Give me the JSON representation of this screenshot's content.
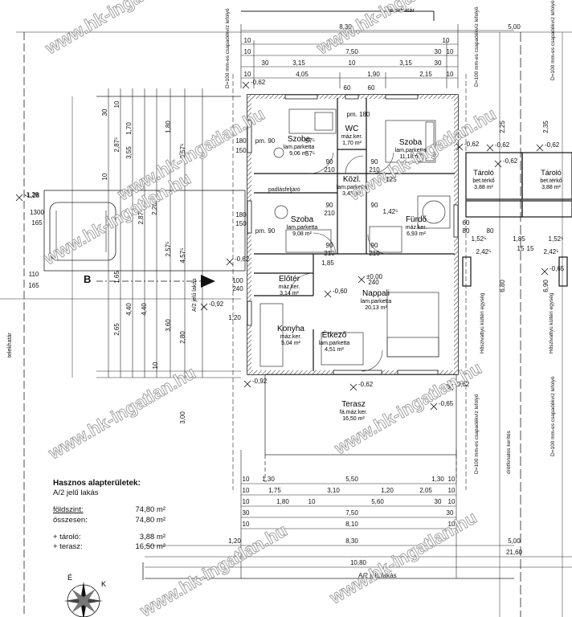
{
  "rooms": [
    {
      "id": "szoba1",
      "name": "Szoba",
      "floor": "lam.parketta",
      "area": "9,06 m²"
    },
    {
      "id": "wc",
      "name": "WC",
      "floor": "máz.ker.",
      "area": "1,70 m²"
    },
    {
      "id": "szoba2",
      "name": "Szoba",
      "floor": "lam.parketta",
      "area": "11,18 m²"
    },
    {
      "id": "kozl",
      "name": "Közl.",
      "floor": "lam.parketta",
      "area": "3,45 m²"
    },
    {
      "id": "szoba3",
      "name": "Szoba",
      "floor": "lam.parketta",
      "area": "9,08 m²"
    },
    {
      "id": "furdo",
      "name": "Fürdő",
      "floor": "máz.ker.",
      "area": "6,93 m²"
    },
    {
      "id": "eloter",
      "name": "Előtér",
      "floor": "máz.ker.",
      "area": "3,14 m²"
    },
    {
      "id": "nappali",
      "name": "Nappali",
      "floor": "lam.parketta",
      "area": "20,13 m²"
    },
    {
      "id": "konyha",
      "name": "Konyha",
      "floor": "máz.ker.",
      "area": "5,04 m²"
    },
    {
      "id": "etkezo",
      "name": "Étkező",
      "floor": "lam.parketta",
      "area": "4,51 m²"
    },
    {
      "id": "terasz",
      "name": "Terasz",
      "floor": "fá.máz.ker.",
      "area": "16,50 m²"
    },
    {
      "id": "tarolo1",
      "name": "Tároló",
      "floor": "bet.térkő",
      "area": "3,88 m²"
    },
    {
      "id": "tarolo2",
      "name": "Tároló",
      "floor": "bet.térkő",
      "area": "3,88 m²"
    }
  ],
  "labels": {
    "telekhatar": "telekhatár",
    "padlasfeljaro": "padlásfeljáró",
    "section_b": "B",
    "entrance": "A/2 jelű lakás",
    "bottom_lakas": "A/2 jelű lakás",
    "csapadek": "D=100 mm-es csapadékvíz lefolyó",
    "hoszivattyu": "Hőszivattyú kültéri egység",
    "drotfonatos": "drótfonatos kerítés",
    "compass_e": "É",
    "compass_k": "K",
    "watermark": "www.hk-ingatlan.hu"
  },
  "levels": [
    "-0,62",
    "-0,62",
    "-0,62",
    "-0,62",
    "-0,60",
    "-0,92",
    "-0,92",
    "-0,62",
    "-0,62",
    "-0,65",
    "-0,65",
    "-1,28",
    "-0,62",
    "-0,62",
    "±0,00"
  ],
  "summary": {
    "title": "Hasznos alapterületek:",
    "subtitle": "A/2 jelű lakás",
    "rows": [
      {
        "label": "földszint:",
        "value": "74,80 m²",
        "underline": true
      },
      {
        "label": "összesen:",
        "value": "74,80 m²",
        "underline": false
      },
      {
        "label": "+ tároló:",
        "value": "3,88 m²",
        "underline": false,
        "gap": true
      },
      {
        "label": "+ terasz:",
        "value": "16,50 m²",
        "underline": false
      }
    ]
  },
  "dims": {
    "top1": "8,30",
    "top1b": "5,00",
    "top2": [
      "10",
      "10"
    ],
    "top3": [
      "10",
      "7,50",
      "30",
      "10"
    ],
    "top4": [
      "30",
      "3,15",
      "10",
      "3,15",
      "30"
    ],
    "top5": [
      "10",
      "4,05",
      "1,90",
      "2,15",
      "10"
    ],
    "bottom1": [
      "10",
      "1,30",
      "5,50",
      "1,30",
      "10"
    ],
    "bottom2": [
      "10",
      "1,75",
      "3,10",
      "1,20",
      "2,05",
      "10"
    ],
    "bottom3": [
      "10",
      "1,80",
      "10",
      "5,60",
      "30",
      "10"
    ],
    "bottom4": [
      "30",
      "7,50",
      "30"
    ],
    "bottom5": [
      "10",
      "8,10",
      "10"
    ],
    "bottom6": [
      "1,20",
      "8,30",
      "5,00"
    ],
    "bottom7": "21,60",
    "bottom8": "10,80",
    "left_cols": [
      "30",
      "10",
      "1,70",
      "3,55",
      "2,87⁵",
      "1,80",
      "3,57⁵",
      "10",
      "2,20",
      "2,57⁵",
      "4,57⁵",
      "1,65",
      "4,40",
      "2,65",
      "4,40",
      "3,60",
      "2,80",
      "3,00",
      "10",
      "2,87⁵",
      "110",
      "165",
      "1300",
      "165",
      "-1,28"
    ],
    "interior": [
      "90",
      "210",
      "90",
      "210",
      "180",
      "150",
      "180",
      "150",
      "pm. 90",
      "pm. 180",
      "pm. 90",
      "1,85",
      "100",
      "240",
      "1,20",
      "57⁵",
      "57⁵",
      "60",
      "60",
      "125",
      "1,42⁵",
      "90",
      "210",
      "90",
      "240",
      "90",
      "210",
      "90",
      "210",
      "60",
      "80",
      "80",
      "1,52⁵",
      "1,85",
      "1,52⁵",
      "2,42⁵",
      "2,42⁵",
      "15",
      "15",
      "6,80",
      "6,90",
      "2,25",
      "2,35"
    ]
  }
}
